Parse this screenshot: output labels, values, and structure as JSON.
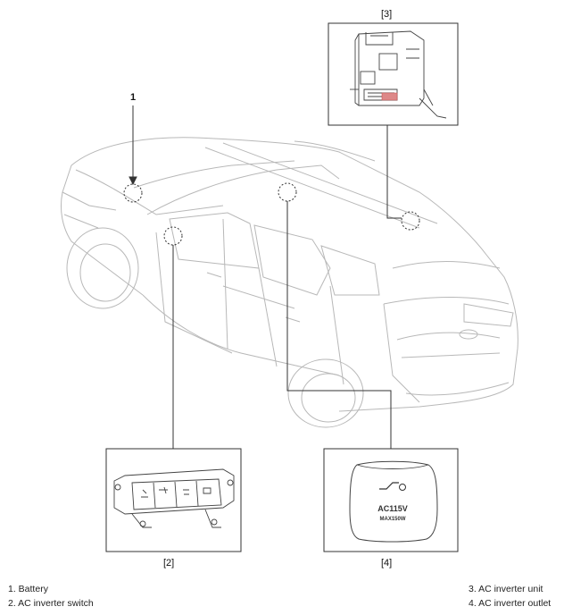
{
  "callouts": {
    "c1": "1",
    "c2": "[2]",
    "c3": "[3]",
    "c4": "[4]"
  },
  "outlet_label": {
    "line1": "AC115V",
    "line2": "MAX150W"
  },
  "legend": {
    "left": [
      "1. Battery",
      "2. AC inverter switch"
    ],
    "right": [
      "3. AC inverter unit",
      "4. AC inverter outlet"
    ]
  }
}
